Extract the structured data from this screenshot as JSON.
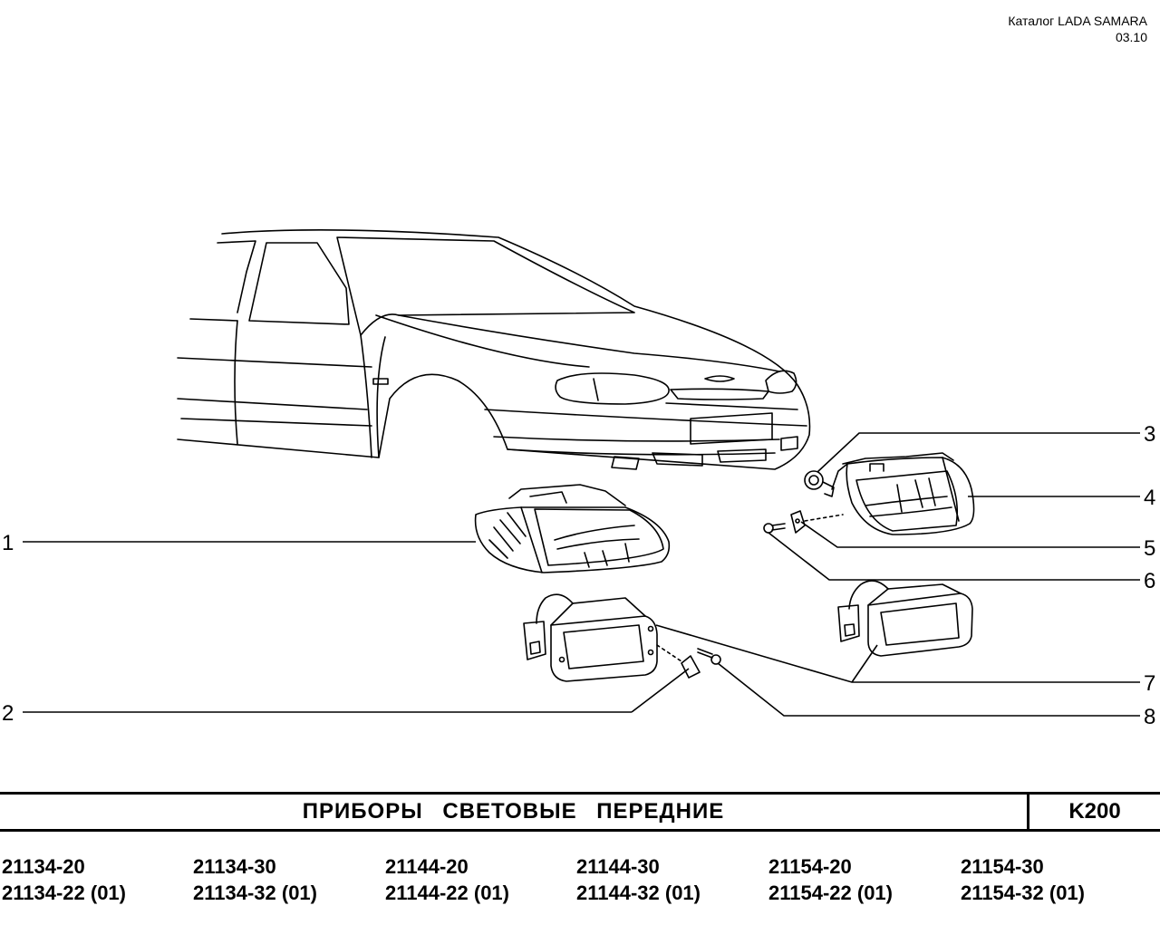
{
  "header": {
    "catalog": "Каталог  LADA SAMARA",
    "date": "03.10"
  },
  "callouts": [
    "1",
    "2",
    "3",
    "4",
    "5",
    "6",
    "7",
    "8"
  ],
  "title": {
    "text": "ПРИБОРЫ   СВЕТОВЫЕ   ПЕРЕДНИЕ",
    "code": "K200"
  },
  "models": [
    {
      "line1": "21134-20",
      "line2": "21134-22 (01)"
    },
    {
      "line1": "21134-30",
      "line2": "21134-32 (01)"
    },
    {
      "line1": "21144-20",
      "line2": "21144-22 (01)"
    },
    {
      "line1": "21144-30",
      "line2": "21144-32 (01)"
    },
    {
      "line1": "21154-20",
      "line2": "21154-22 (01)"
    },
    {
      "line1": "21154-30",
      "line2": "21154-32 (01)"
    }
  ]
}
